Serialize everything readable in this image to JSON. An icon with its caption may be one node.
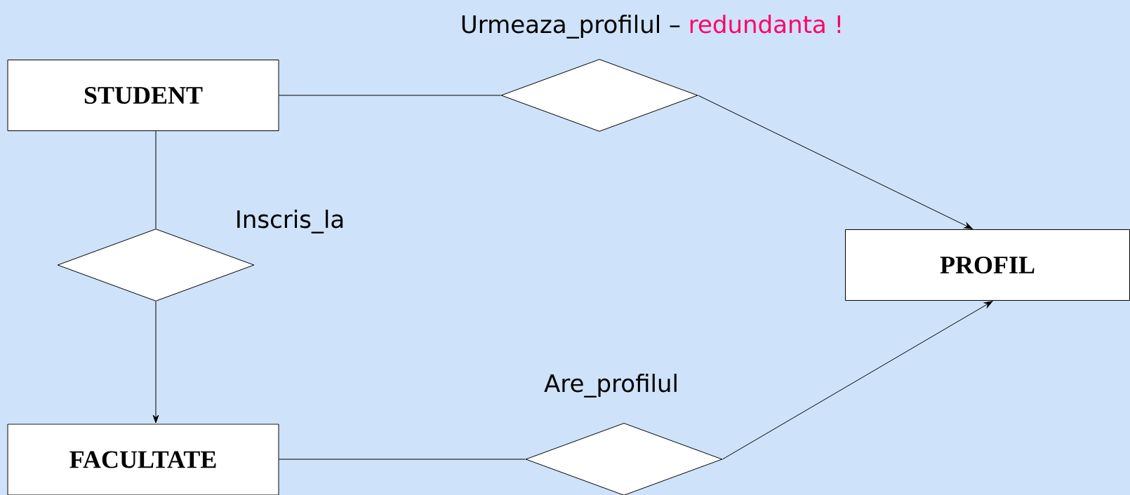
{
  "diagram": {
    "nodes": [
      {
        "text": [
          "STUDENT"
        ]
      },
      {
        "text": [
          "Urmeaza_profilul –",
          "redundanta !"
        ]
      },
      {
        "text": [
          "Inscris_la"
        ]
      },
      {
        "text": [
          "PROFIL"
        ]
      },
      {
        "text": [
          "Are_profilul"
        ]
      },
      {
        "text": [
          "FACULTATE"
        ]
      }
    ],
    "edges": [
      {
        "from": 0,
        "to": 1,
        "arrow": "none"
      },
      {
        "from": 1,
        "to": 3,
        "arrow": "to"
      },
      {
        "from": 0,
        "to": 2,
        "arrow": "none"
      },
      {
        "from": 2,
        "to": 5,
        "arrow": "to"
      },
      {
        "from": 5,
        "to": 4,
        "arrow": "none"
      },
      {
        "from": 4,
        "to": 3,
        "arrow": "to"
      }
    ]
  }
}
